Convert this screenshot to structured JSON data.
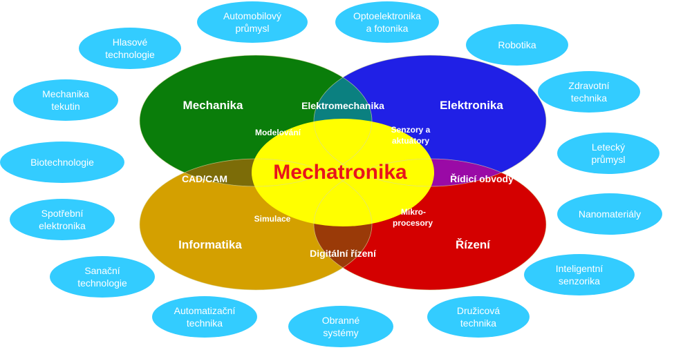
{
  "diagram": {
    "center": "Mechatronika",
    "disciplines": {
      "mechanika": "Mechanika",
      "elektronika": "Elektronika",
      "informatika": "Informatika",
      "rizeni": "Řízení"
    },
    "overlaps": {
      "elektromechanika": "Elektromechanika",
      "cad_cam": "CAD/CAM",
      "ridici_obvody": "Řídicí obvody",
      "digitalni_rizeni": "Digitální řízení",
      "modelovani": "Modelování",
      "senzory_1": "Senzory a",
      "senzory_2": "aktuátory",
      "simulace": "Simulace",
      "mikro_1": "Mikro-",
      "mikro_2": "procesory"
    },
    "applications": [
      {
        "l1": "Automobilový",
        "l2": "průmysl"
      },
      {
        "l1": "Optoelektronika",
        "l2": "a fotonika"
      },
      {
        "l1": "Robotika",
        "l2": ""
      },
      {
        "l1": "Zdravotní",
        "l2": "technika"
      },
      {
        "l1": "Letecký",
        "l2": "průmysl"
      },
      {
        "l1": "Nanomateriály",
        "l2": ""
      },
      {
        "l1": "Inteligentní",
        "l2": "senzorika"
      },
      {
        "l1": "Družicová",
        "l2": "technika"
      },
      {
        "l1": "Obranné",
        "l2": "systémy"
      },
      {
        "l1": "Automatizační",
        "l2": "technika"
      },
      {
        "l1": "Sanační",
        "l2": "technologie"
      },
      {
        "l1": "Spotřební",
        "l2": "elektronika"
      },
      {
        "l1": "Biotechnologie",
        "l2": ""
      },
      {
        "l1": "Mechanika",
        "l2": "tekutin"
      },
      {
        "l1": "Hlasové",
        "l2": "technologie"
      }
    ],
    "colors": {
      "mechanika": "#0a7d0a",
      "elektronika": "#2020e6",
      "informatika": "#d4a000",
      "rizeni": "#d40000",
      "bubble": "#33ccff",
      "title": "#e8141c",
      "center": "#ffff00"
    }
  }
}
